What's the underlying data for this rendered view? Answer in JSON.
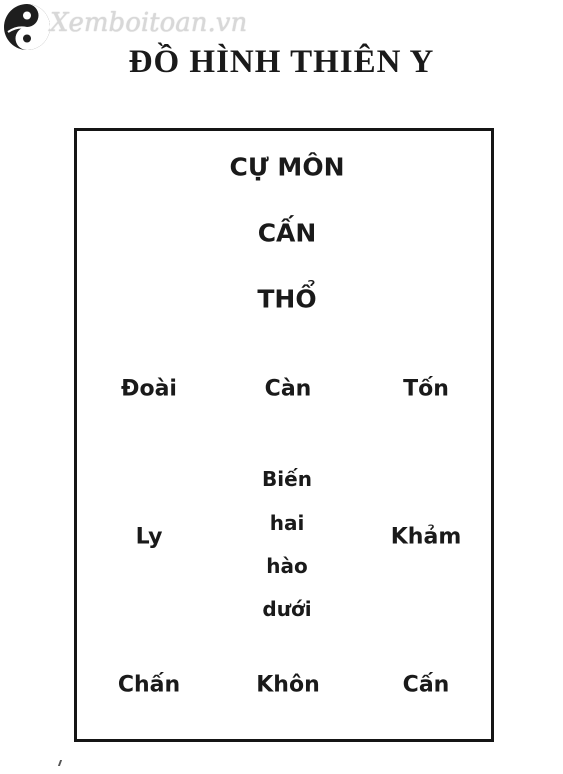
{
  "watermark": {
    "text": "Xemboitoan.vn",
    "icon": "yin-yang-icon"
  },
  "title": "ĐỒ HÌNH THIÊN Y",
  "diagram": {
    "top": {
      "star": "CỰ MÔN",
      "palace": "CẤN",
      "element": "THỔ"
    },
    "grid": {
      "top_left": "Đoài",
      "top_center": "Càn",
      "top_right": "Tốn",
      "middle_left": "Ly",
      "center_lines": [
        "Biến",
        "hai",
        "hào",
        "dưới"
      ],
      "middle_right": "Khảm",
      "bottom_left": "Chấn",
      "bottom_center": "Khôn",
      "bottom_right": "Cấn"
    }
  },
  "colors": {
    "text": "#1a1a1a",
    "border": "#151515",
    "watermark": "#d8d8d8"
  }
}
